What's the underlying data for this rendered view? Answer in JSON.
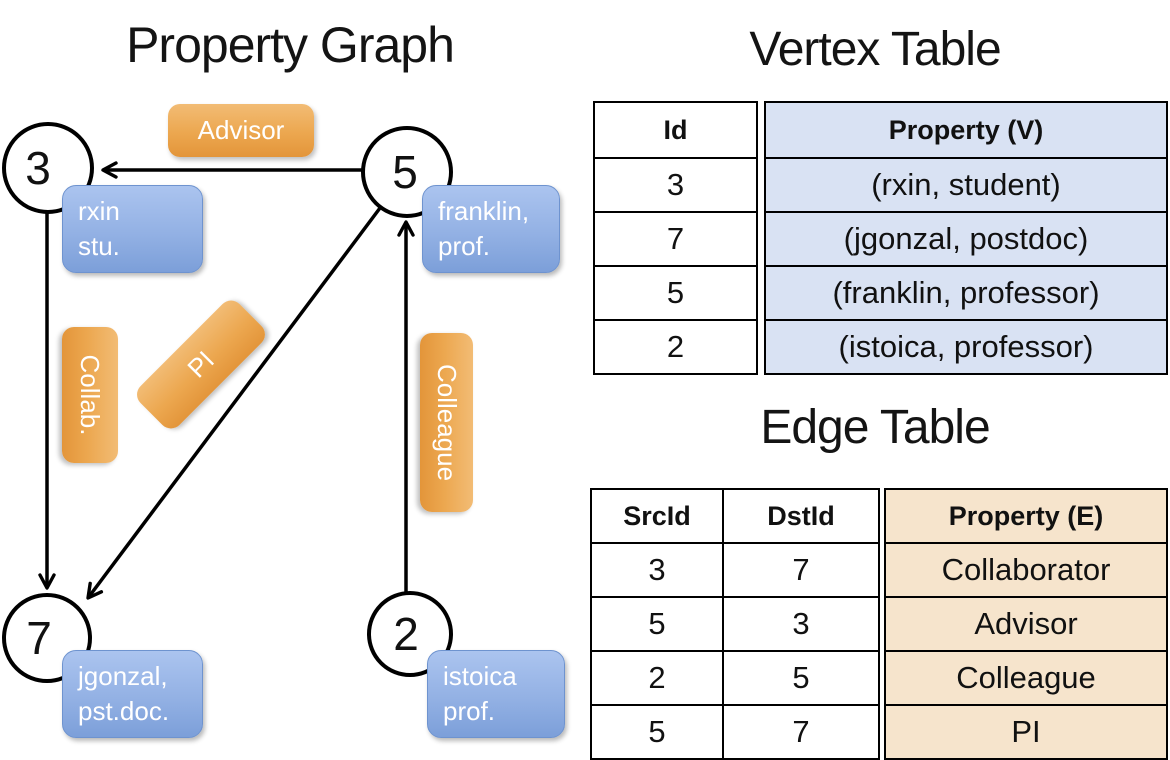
{
  "graph": {
    "title": "Property Graph",
    "nodes": [
      {
        "id": "3",
        "line1": "rxin",
        "line2": "stu."
      },
      {
        "id": "5",
        "line1": "franklin,",
        "line2": "prof."
      },
      {
        "id": "7",
        "line1": "jgonzal,",
        "line2": "pst.doc."
      },
      {
        "id": "2",
        "line1": "istoica",
        "line2": "prof."
      }
    ],
    "edge_labels": [
      {
        "label": "Advisor"
      },
      {
        "label": "Collab."
      },
      {
        "label": "PI"
      },
      {
        "label": "Colleague"
      }
    ]
  },
  "vertex_table": {
    "title": "Vertex Table",
    "columns": {
      "id": "Id",
      "property": "Property (V)"
    },
    "rows": [
      {
        "id": "3",
        "property": "(rxin, student)"
      },
      {
        "id": "7",
        "property": "(jgonzal, postdoc)"
      },
      {
        "id": "5",
        "property": "(franklin, professor)"
      },
      {
        "id": "2",
        "property": "(istoica, professor)"
      }
    ]
  },
  "edge_table": {
    "title": "Edge Table",
    "columns": {
      "src": "SrcId",
      "dst": "DstId",
      "property": "Property (E)"
    },
    "rows": [
      {
        "src": "3",
        "dst": "7",
        "property": "Collaborator"
      },
      {
        "src": "5",
        "dst": "3",
        "property": "Advisor"
      },
      {
        "src": "2",
        "dst": "5",
        "property": "Colleague"
      },
      {
        "src": "5",
        "dst": "7",
        "property": "PI"
      }
    ]
  },
  "colors": {
    "edge_label_orange": "#eca74f",
    "vertex_label_blue": "#93b1e4",
    "vertex_cell_blue": "#d9e2f3",
    "edge_cell_tan": "#f6e4cc",
    "line_black": "#000000",
    "background": "#ffffff"
  }
}
